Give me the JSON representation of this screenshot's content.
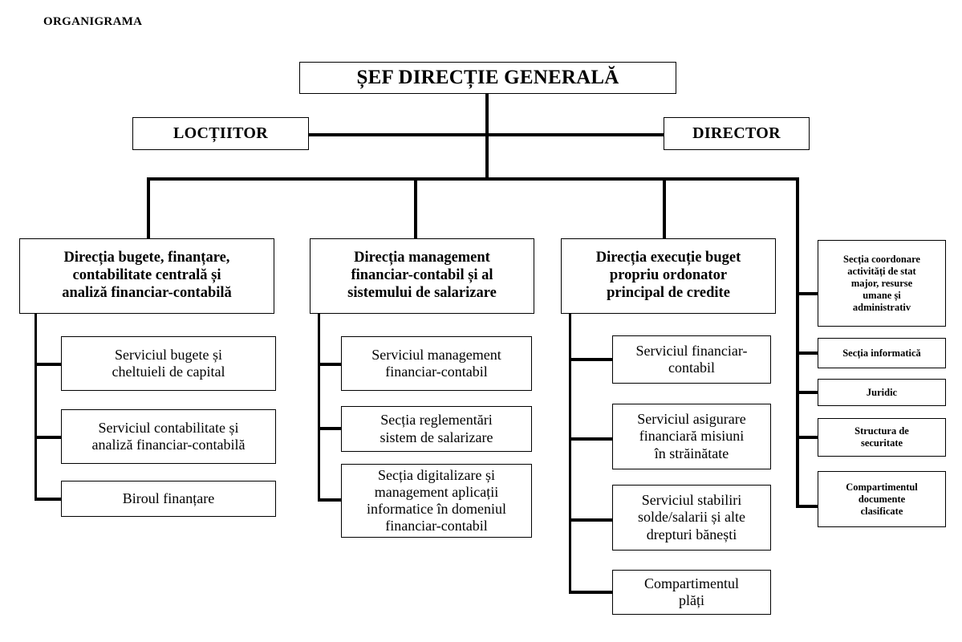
{
  "page": {
    "heading": "ORGANIGRAMA"
  },
  "chart": {
    "root": {
      "label": "ȘEF DIRECȚIE GENERALĂ"
    },
    "officers": [
      {
        "label": "LOCȚIITOR"
      },
      {
        "label": "DIRECTOR"
      }
    ],
    "directorates": [
      {
        "label": "Direcția bugete, finanțare,\ncontabilitate centrală și\nanaliză financiar-contabilă",
        "children": [
          {
            "label": "Serviciul bugete și\ncheltuieli de capital"
          },
          {
            "label": "Serviciul contabilitate și\nanaliză financiar-contabilă"
          },
          {
            "label": "Biroul finanțare"
          }
        ]
      },
      {
        "label": "Direcția management\nfinanciar-contabil și al\nsistemului de salarizare",
        "children": [
          {
            "label": "Serviciul management\nfinanciar-contabil"
          },
          {
            "label": "Secția reglementări\nsistem de salarizare"
          },
          {
            "label": "Secția digitalizare și\nmanagement aplicații\ninformatice în domeniul\nfinanciar-contabil"
          }
        ]
      },
      {
        "label": "Direcția execuție buget\npropriu ordonator\nprincipal de credite",
        "children": [
          {
            "label": "Serviciul financiar-\ncontabil"
          },
          {
            "label": "Serviciul asigurare\nfinanciară misiuni\nîn străinătate"
          },
          {
            "label": "Serviciul stabiliri\nsolde/salarii și alte\ndrepturi bănești"
          },
          {
            "label": "Compartimentul\nplăți"
          }
        ]
      }
    ],
    "staff_units": [
      {
        "label": "Secția coordonare\nactivități de stat\nmajor, resurse\numane și\nadministrativ"
      },
      {
        "label": "Secția informatică"
      },
      {
        "label": "Juridic"
      },
      {
        "label": "Structura de\nsecuritate"
      },
      {
        "label": "Compartimentul\ndocumente\nclasificate"
      }
    ]
  },
  "colors": {
    "line": "#000000",
    "box_fill": "#ffffff",
    "text": "#000000"
  }
}
